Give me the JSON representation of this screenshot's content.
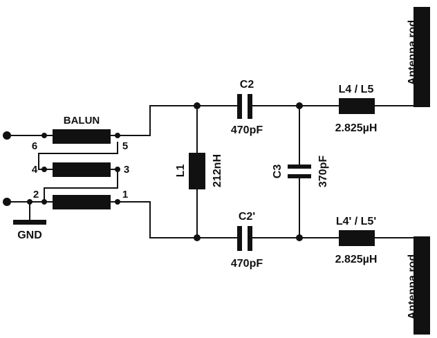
{
  "balun": {
    "label": "BALUN",
    "pins": {
      "p1": "1",
      "p2": "2",
      "p3": "3",
      "p4": "4",
      "p5": "5",
      "p6": "6"
    }
  },
  "gnd": {
    "label": "GND"
  },
  "components": {
    "l1": {
      "name": "L1",
      "value": "212nH"
    },
    "c2": {
      "name": "C2",
      "value": "470pF"
    },
    "c2p": {
      "name": "C2'",
      "value": "470pF"
    },
    "c3": {
      "name": "C3",
      "value": "370pF"
    },
    "l45": {
      "name": "L4 / L5",
      "value": "2.825µH"
    },
    "l45p": {
      "name": "L4' / L5'",
      "value": "2.825µH"
    }
  },
  "antenna": {
    "top": "Antenna rod",
    "bottom": "Antenna rod"
  }
}
